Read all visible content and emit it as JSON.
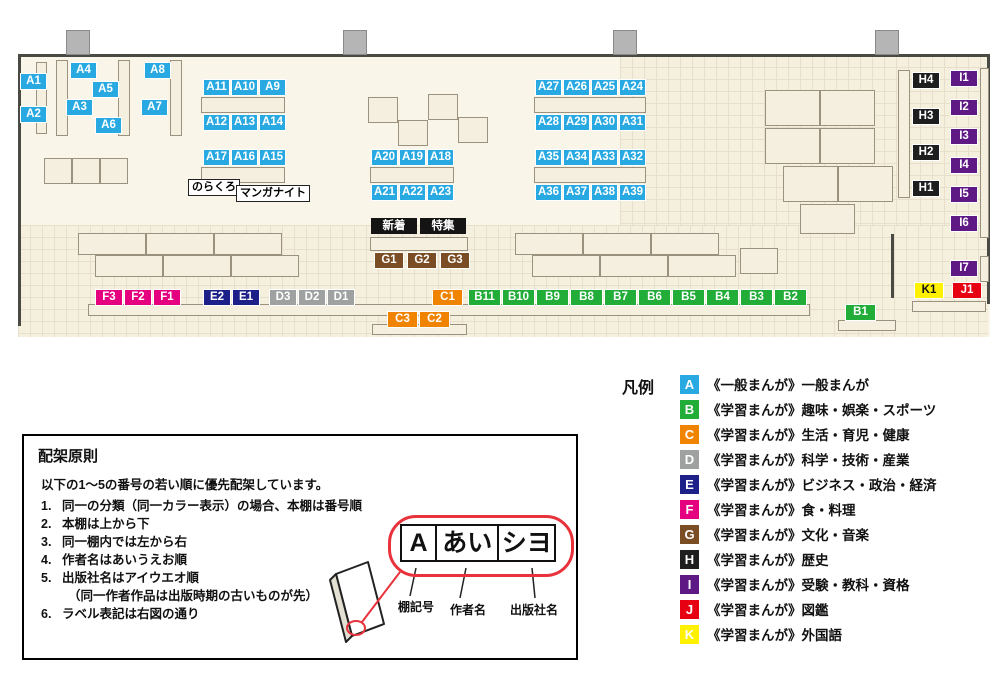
{
  "colors": {
    "a": "#29a9e1",
    "b": "#22ac38",
    "c": "#f08300",
    "d": "#9fa0a0",
    "e": "#1d2088",
    "f": "#e4007f",
    "g": "#7b4d24",
    "h": "#1e1e1e",
    "i": "#5f1985",
    "j": "#e60012",
    "k": "#fff100"
  },
  "map": {
    "labels": {
      "a1": "A1",
      "a2": "A2",
      "a3": "A3",
      "a4": "A4",
      "a5": "A5",
      "a6": "A6",
      "a7": "A7",
      "a8": "A8",
      "a9": "A9",
      "a10": "A10",
      "a11": "A11",
      "a12": "A12",
      "a13": "A13",
      "a14": "A14",
      "a15": "A15",
      "a16": "A16",
      "a17": "A17",
      "a18": "A18",
      "a19": "A19",
      "a20": "A20",
      "a21": "A21",
      "a22": "A22",
      "a23": "A23",
      "a24": "A24",
      "a25": "A25",
      "a26": "A26",
      "a27": "A27",
      "a28": "A28",
      "a29": "A29",
      "a30": "A30",
      "a31": "A31",
      "a32": "A32",
      "a33": "A33",
      "a34": "A34",
      "a35": "A35",
      "a36": "A36",
      "a37": "A37",
      "a38": "A38",
      "a39": "A39",
      "b1": "B1",
      "b2": "B2",
      "b3": "B3",
      "b4": "B4",
      "b5": "B5",
      "b6": "B6",
      "b7": "B7",
      "b8": "B8",
      "b9": "B9",
      "b10": "B10",
      "b11": "B11",
      "c1": "C1",
      "c2": "C2",
      "c3": "C3",
      "d1": "D1",
      "d2": "D2",
      "d3": "D3",
      "e1": "E1",
      "e2": "E2",
      "f1": "F1",
      "f2": "F2",
      "f3": "F3",
      "g1": "G1",
      "g2": "G2",
      "g3": "G3",
      "h1": "H1",
      "h2": "H2",
      "h3": "H3",
      "h4": "H4",
      "i1": "I1",
      "i2": "I2",
      "i3": "I3",
      "i4": "I4",
      "i5": "I5",
      "i6": "I6",
      "i7": "I7",
      "j1": "J1",
      "k1": "K1"
    },
    "tags": {
      "norakuro": "のらくろ",
      "manga_night": "マンガナイト"
    },
    "signs": {
      "new_arrivals": "新着",
      "feature": "特集"
    }
  },
  "legend": {
    "title": "凡例",
    "items": [
      {
        "key": "A",
        "series": "《一般まんが》",
        "name": "一般まんが"
      },
      {
        "key": "B",
        "series": "《学習まんが》",
        "name": "趣味・娯楽・スポーツ"
      },
      {
        "key": "C",
        "series": "《学習まんが》",
        "name": "生活・育児・健康"
      },
      {
        "key": "D",
        "series": "《学習まんが》",
        "name": "科学・技術・産業"
      },
      {
        "key": "E",
        "series": "《学習まんが》",
        "name": "ビジネス・政治・経済"
      },
      {
        "key": "F",
        "series": "《学習まんが》",
        "name": "食・料理"
      },
      {
        "key": "G",
        "series": "《学習まんが》",
        "name": "文化・音楽"
      },
      {
        "key": "H",
        "series": "《学習まんが》",
        "name": "歴史"
      },
      {
        "key": "I",
        "series": "《学習まんが》",
        "name": "受験・教科・資格"
      },
      {
        "key": "J",
        "series": "《学習まんが》",
        "name": "図鑑"
      },
      {
        "key": "K",
        "series": "《学習まんが》",
        "name": "外国語"
      }
    ]
  },
  "rules": {
    "title": "配架原則",
    "intro": "以下の1～5の番号の若い順に優先配架しています。",
    "items": [
      {
        "num": "1.",
        "text": "同一の分類（同一カラー表示）の場合、本棚は番号順"
      },
      {
        "num": "2.",
        "text": "本棚は上から下"
      },
      {
        "num": "3.",
        "text": "同一棚内では左から右"
      },
      {
        "num": "4.",
        "text": "作者名はあいうえお順"
      },
      {
        "num": "5.",
        "text": "出版社名はアイウエオ順",
        "sub": "（同一作者作品は出版時期の古いものが先）"
      },
      {
        "num": "6.",
        "text": "ラベル表記は右図の通り"
      }
    ],
    "label_example": {
      "shelf": "A",
      "author": "あい",
      "publisher": "シヨ"
    },
    "annotations": {
      "shelf": "棚記号",
      "author": "作者名",
      "publisher": "出版社名"
    }
  }
}
